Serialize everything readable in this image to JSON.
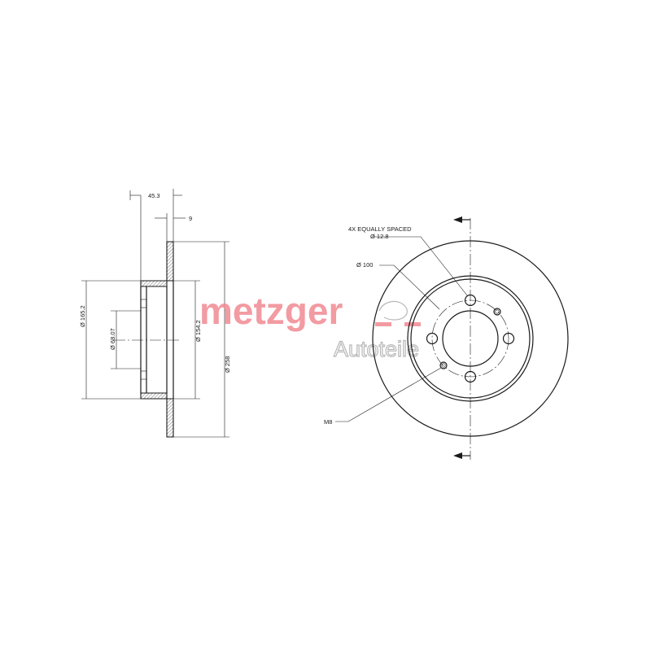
{
  "watermark": {
    "brand": "metzger",
    "tagline": "Autoteile",
    "brand_color": "#f08a92",
    "tagline_color": "#b8b8b8"
  },
  "side_view": {
    "dims": {
      "overall_width": "45.3",
      "disc_thickness": "9",
      "hub_outer_dia": "Ø 165.2",
      "center_bore_dia": "Ø 68.07",
      "inner_dia": "Ø 154.2",
      "outer_dia": "Ø 258"
    }
  },
  "front_view": {
    "callouts": {
      "bolt_holes_line1": "4X EQUALLY SPACED",
      "bolt_holes_line2": "Ø 12.8",
      "pitch_circle": "Ø 100",
      "thread": "M8"
    }
  }
}
